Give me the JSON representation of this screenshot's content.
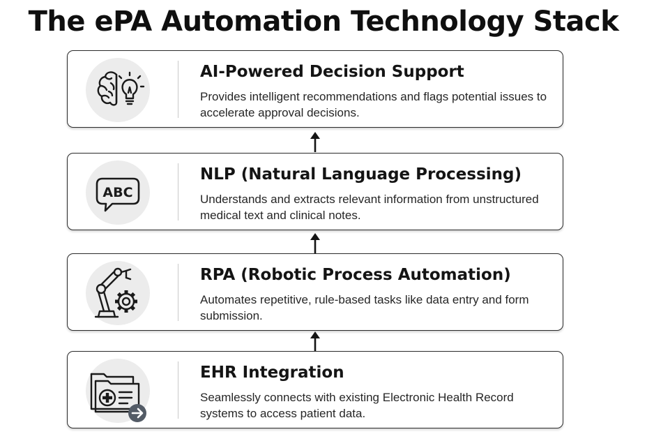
{
  "title": "The ePA Automation Technology Stack",
  "layers": [
    {
      "icon": "brain-lightbulb-icon",
      "title": "AI-Powered Decision Support",
      "description": "Provides intelligent recommendations and flags potential issues to accelerate approval decisions."
    },
    {
      "icon": "speech-bubble-abc-icon",
      "icon_text": "ABC",
      "title": "NLP (Natural Language Processing)",
      "description": "Understands and extracts relevant information from unstructured medical text and clinical notes."
    },
    {
      "icon": "robotic-arm-gear-icon",
      "title": "RPA (Robotic Process Automation)",
      "description": "Automates repetitive, rule-based tasks like data entry and form submission."
    },
    {
      "icon": "medical-folder-arrow-icon",
      "title": "EHR Integration",
      "description": "Seamlessly connects with existing Electronic Health Record systems to access patient data."
    }
  ],
  "connectors": [
    "arrow-up-icon",
    "arrow-up-icon",
    "arrow-up-icon"
  ]
}
